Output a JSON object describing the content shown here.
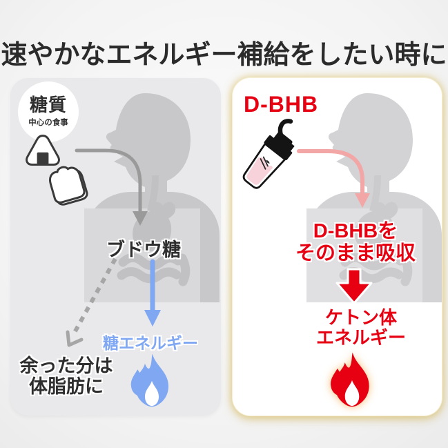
{
  "title": "速やかなエネルギー補給をしたい時に",
  "colors": {
    "text_dark": "#2b2b2b",
    "accent_red": "#e60012",
    "accent_blue": "#7fa7f2",
    "panel_left_bg": "#e9e9eb",
    "panel_right_bg": "#ffffff",
    "silhouette_left": "#c8c8ca",
    "silhouette_right": "#d3d3d5",
    "gray_arrow": "#9a9a9a",
    "pink_arrow": "#f2a6a6",
    "liquid_pink": "#f8d2da",
    "glow_yellow": "#decc6e"
  },
  "left_panel": {
    "badge": {
      "title": "糖質",
      "subtitle": "中心の食事"
    },
    "food_icons": [
      "onigiri-icon",
      "bread-icon"
    ],
    "glucose_label": "ブドウ糖",
    "energy_label": "糖エネルギー",
    "fat_note_line1": "余った分は",
    "fat_note_line2": "体脂肪に",
    "flame_icon": "blue-flame-icon"
  },
  "right_panel": {
    "product_label": "D-BHB",
    "product_icon": "shaker-bottle-icon",
    "absorb_line1": "D-BHBを",
    "absorb_line2": "そのまま吸収",
    "ketone_line1": "ケトン体",
    "ketone_line2": "エネルギー",
    "flame_icon": "red-flame-icon"
  }
}
